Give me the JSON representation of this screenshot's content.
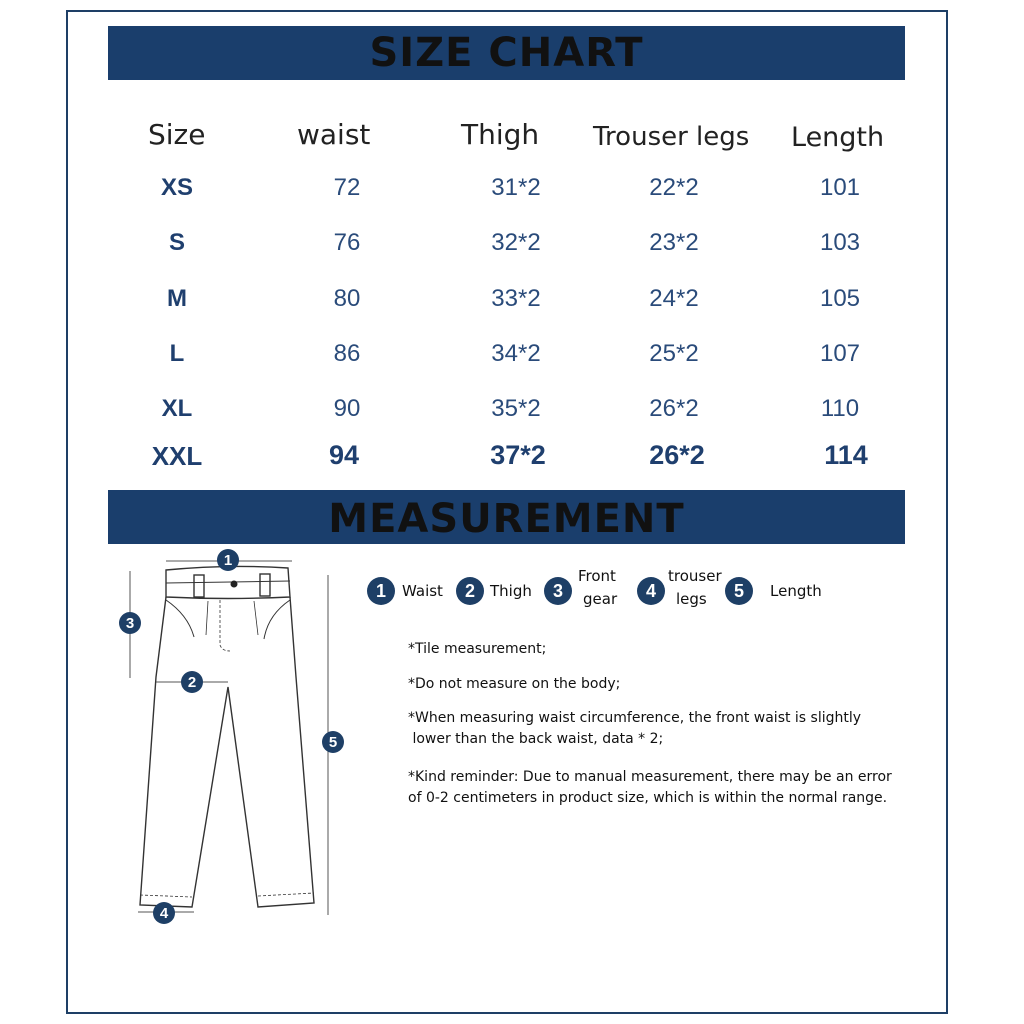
{
  "title": "SIZE CHART",
  "columns": [
    "Size",
    "waist",
    "Thigh",
    "Trouser legs",
    "Length"
  ],
  "rows": [
    {
      "size": "XS",
      "waist": "72",
      "thigh": "31*2",
      "legs": "22*2",
      "length": "101"
    },
    {
      "size": "S",
      "waist": "76",
      "thigh": "32*2",
      "legs": "23*2",
      "length": "103"
    },
    {
      "size": "M",
      "waist": "80",
      "thigh": "33*2",
      "legs": "24*2",
      "length": "105"
    },
    {
      "size": "L",
      "waist": "86",
      "thigh": "34*2",
      "legs": "25*2",
      "length": "107"
    },
    {
      "size": "XL",
      "waist": "90",
      "thigh": "35*2",
      "legs": "26*2",
      "length": "110"
    },
    {
      "size": "XXL",
      "waist": "94",
      "thigh": "37*2",
      "legs": "26*2",
      "length": "114"
    }
  ],
  "measurement_title": "MEASUREMENT",
  "legend": [
    {
      "num": "1",
      "label": "Waist"
    },
    {
      "num": "2",
      "label": "Thigh"
    },
    {
      "num": "3",
      "label_line1": "Front",
      "label_line2": "gear"
    },
    {
      "num": "4",
      "label_line1": "trouser",
      "label_line2": "legs"
    },
    {
      "num": "5",
      "label": "Length"
    }
  ],
  "diagram_markers": [
    "1",
    "2",
    "3",
    "4",
    "5"
  ],
  "notes": [
    "*Tile measurement;",
    "*Do not measure on the body;",
    "*When measuring waist circumference, the front waist is slightly\n lower than the back waist, data * 2;",
    "*Kind reminder: Due to manual measurement, there may be an error\nof 0-2 centimeters in product size, which is within the normal range."
  ],
  "colors": {
    "navy": "#1a3e6c",
    "text_blue": "#2a4b7a"
  }
}
